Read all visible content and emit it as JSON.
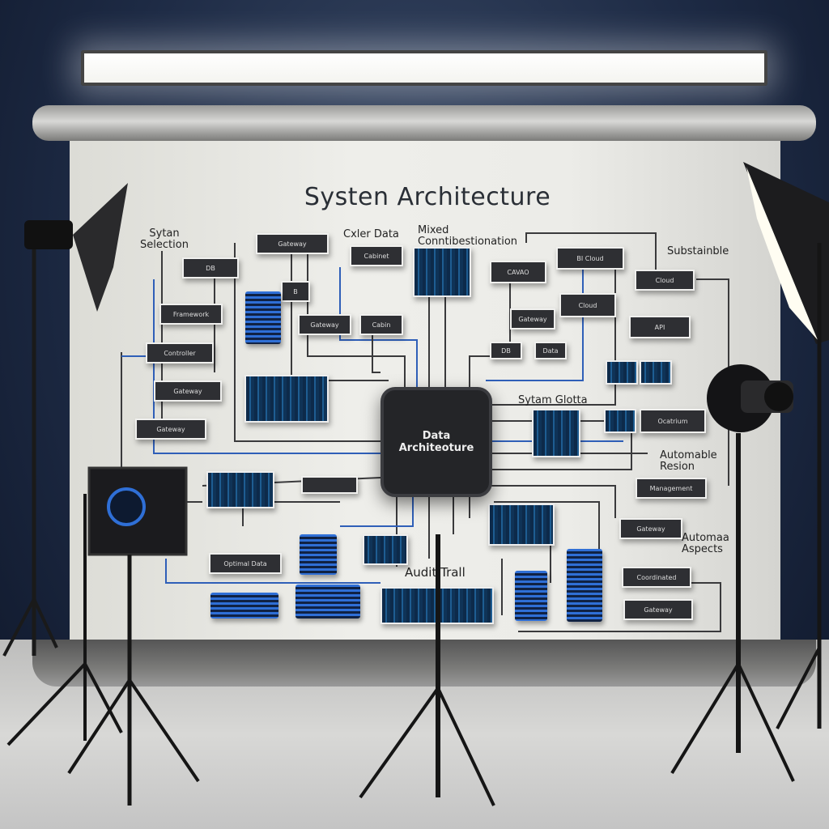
{
  "title": "Systen Architecture",
  "central_node": {
    "line1": "Data",
    "line2": "Architeoture"
  },
  "labels": {
    "system_selection": "Sytan Selection",
    "color_data": "Cxler Data",
    "mixed": "Mixed Conntibestionation",
    "sustainable": "Substainble",
    "system_glotta": "Sytam Glotta",
    "automable": "Automable Resion",
    "automated_aspects": "Automaa Aspects",
    "audit_trail": "Audit Trall",
    "optimal_data": "Optimal Data"
  },
  "boxes": [
    "Gateway",
    "DB",
    "Cabinet",
    "B",
    "Framework",
    "Gateway",
    "Cabin",
    "Controller",
    "Gateway",
    "Gateway",
    "CAVAO",
    "BI Cloud",
    "Cloud",
    "Cloud",
    "Gateway",
    "API",
    "DB",
    "Data",
    "Ocatrium",
    "Management",
    "Gateway",
    "Coordinated",
    "Gateway",
    "",
    ""
  ],
  "colors": {
    "accent": "#2f6fd6",
    "box": "#2e2f33",
    "wall": "#ecece8"
  }
}
